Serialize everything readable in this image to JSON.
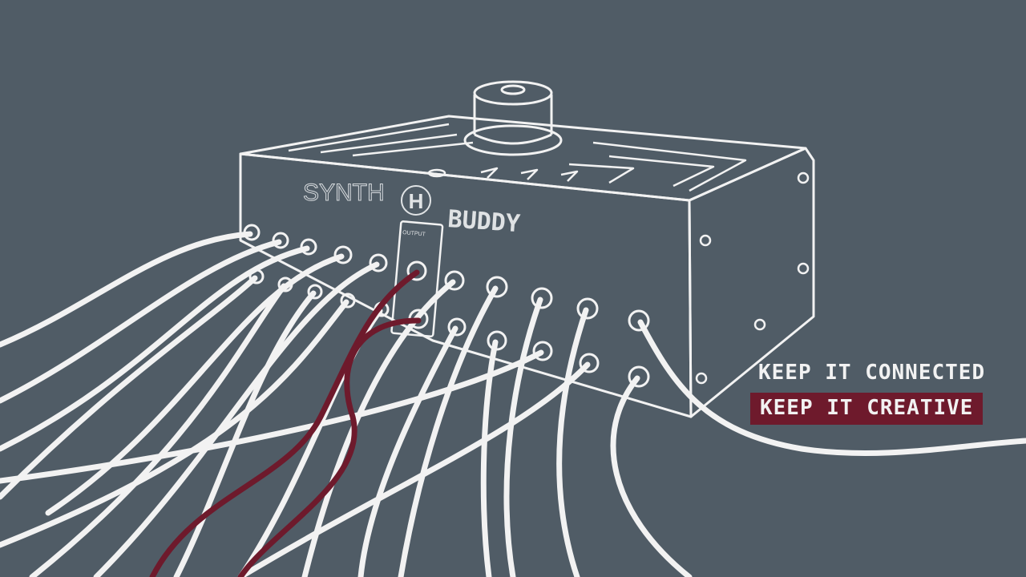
{
  "brand": {
    "word1": "SYNTH",
    "logo_letter": "H",
    "word2": "BUDDY",
    "panel_label": "OUTPUT"
  },
  "taglines": {
    "line1": "KEEP IT CONNECTED",
    "line2": "KEEP IT CREATIVE"
  },
  "colors": {
    "background": "#505c66",
    "line": "#f2f2f2",
    "accent": "#6e1a2c"
  },
  "icons": [
    "synth-buddy-logo-icon",
    "knob-icon",
    "jack-icon",
    "cable-icon"
  ]
}
